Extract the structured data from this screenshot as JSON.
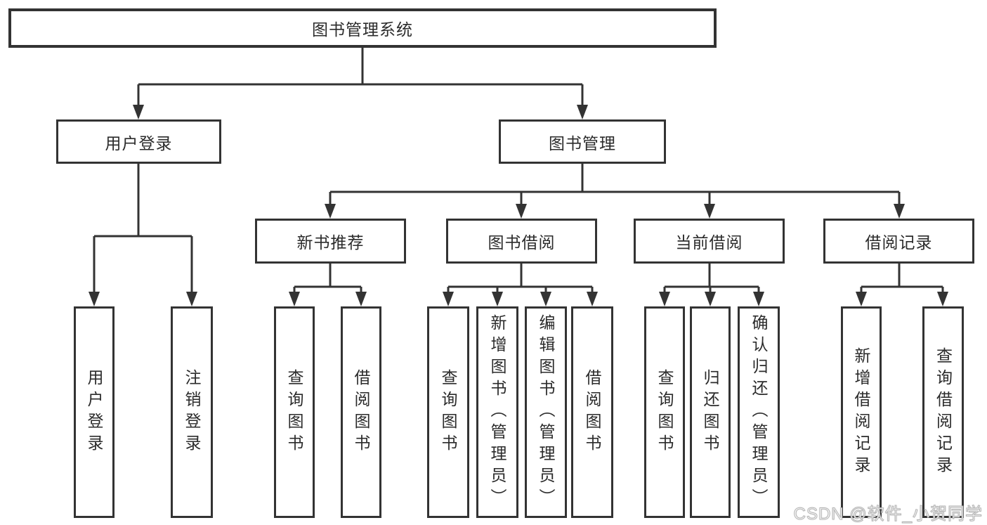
{
  "diagram": {
    "root": {
      "label": "图书管理系统"
    },
    "level2": [
      {
        "label": "用户登录"
      },
      {
        "label": "图书管理"
      }
    ],
    "level3": [
      {
        "label": "新书推荐"
      },
      {
        "label": "图书借阅"
      },
      {
        "label": "当前借阅"
      },
      {
        "label": "借阅记录"
      }
    ],
    "groups": [
      {
        "parent": "用户登录",
        "children": [
          "用户登录",
          "注销登录"
        ]
      },
      {
        "parent": "新书推荐",
        "children": [
          "查询图书",
          "借阅图书"
        ]
      },
      {
        "parent": "图书借阅",
        "children": [
          "查询图书",
          "新增图书（管理员）",
          "编辑图书（管理员）",
          "借阅图书"
        ]
      },
      {
        "parent": "当前借阅",
        "children": [
          "查询图书",
          "归还图书",
          "确认归还（管理员）"
        ]
      },
      {
        "parent": "借阅记录",
        "children": [
          "新增借阅记录",
          "查询借阅记录"
        ]
      }
    ]
  },
  "watermark": {
    "text": "CSDN @软件_小贺同学"
  },
  "colors": {
    "line": "#333333",
    "text": "#2b2b2b",
    "background": "#ffffff",
    "watermark": "#b3b3b3"
  }
}
